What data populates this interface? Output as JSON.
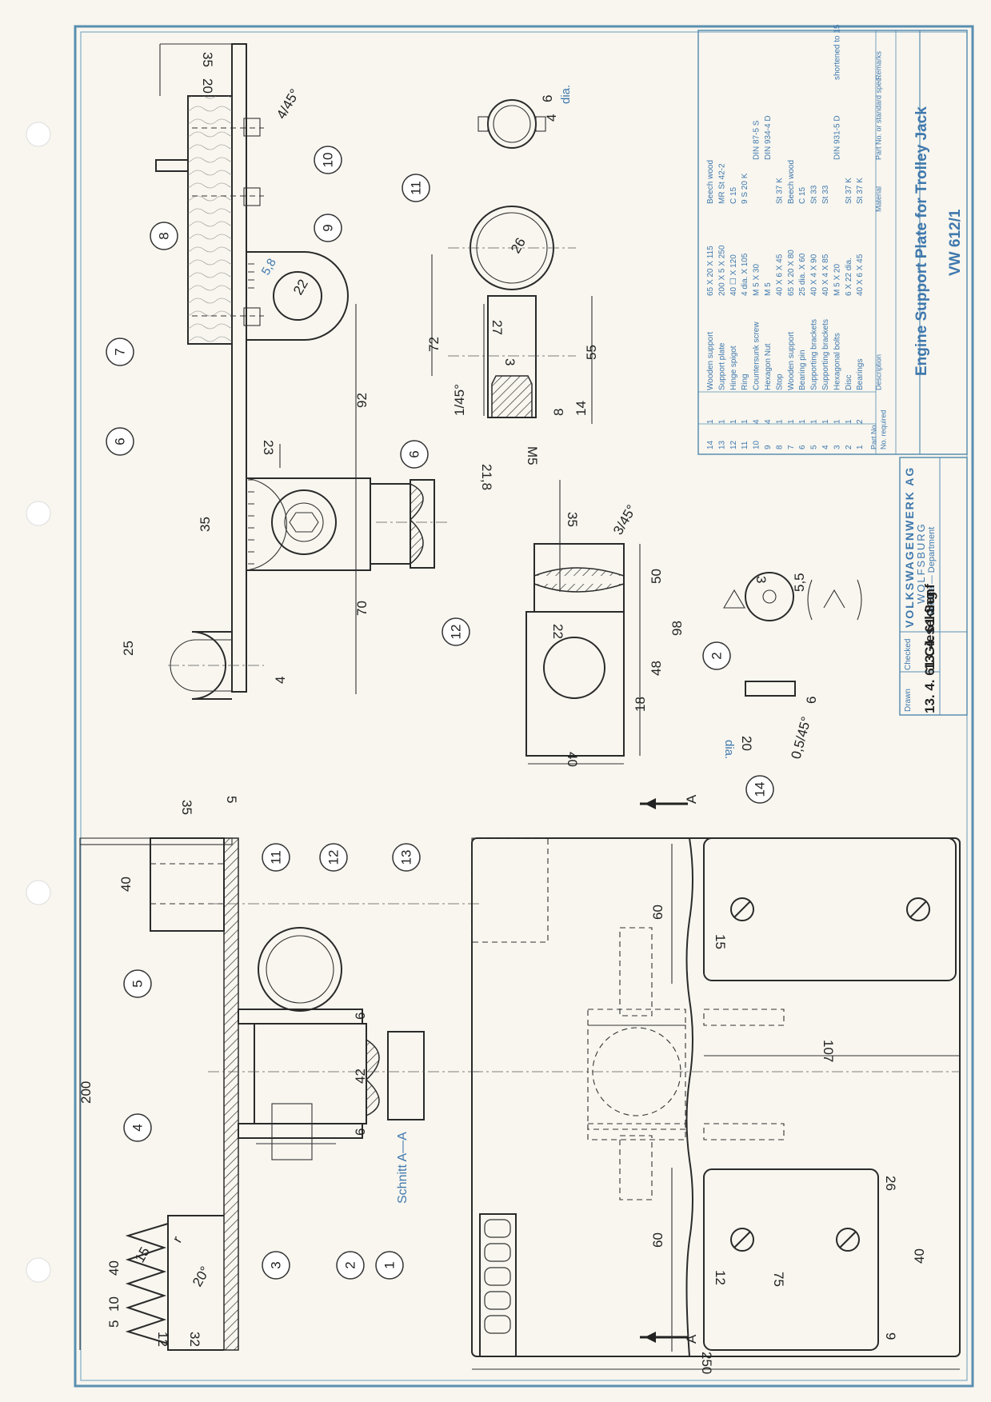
{
  "title_block": {
    "company": "VOLKSWAGENWERK AG",
    "city": "WOLFSBURG",
    "department": "Service — Department",
    "drawn_label": "Drawn",
    "drawn_value": "13. 4. 61 Gieseking",
    "checked_label": "Checked",
    "checked_value": "13. 4. 61 Senf",
    "drawing_title": "Engine Support Plate for Trolley Jack",
    "drawing_number": "VW 612/1"
  },
  "parts_list": {
    "headers": {
      "part_no": "Part No.",
      "no_required": "No. required",
      "description": "Description",
      "material": "Material",
      "standard": "Part No. or standard spec.",
      "remarks": "Remarks"
    },
    "rows": [
      {
        "part": "14",
        "qty": "1",
        "desc": "Wooden support",
        "size": "65 X 20 X 115",
        "mat": "Beech wood",
        "std": "",
        "rem": ""
      },
      {
        "part": "13",
        "qty": "1",
        "desc": "Support plate",
        "size": "200 X 5 X 250",
        "mat": "MR St 42-2",
        "std": "",
        "rem": ""
      },
      {
        "part": "12",
        "qty": "1",
        "desc": "Hinge spigot",
        "size": "40 ☐ X 120",
        "mat": "C 15",
        "std": "",
        "rem": ""
      },
      {
        "part": "11",
        "qty": "1",
        "desc": "Ring",
        "size": "4 dia. X 105",
        "mat": "9 S 20 K",
        "std": "",
        "rem": ""
      },
      {
        "part": "10",
        "qty": "4",
        "desc": "Countersunk screw",
        "size": "M 5 X 30",
        "mat": "",
        "std": "DIN 87-5 S",
        "rem": ""
      },
      {
        "part": "9",
        "qty": "4",
        "desc": "Hexagon Nut",
        "size": "M 5",
        "mat": "",
        "std": "DIN 934-4 D",
        "rem": ""
      },
      {
        "part": "8",
        "qty": "1",
        "desc": "Stop",
        "size": "40 X 6 X 45",
        "mat": "St 37 K",
        "std": "",
        "rem": ""
      },
      {
        "part": "7",
        "qty": "1",
        "desc": "Wooden support",
        "size": "65 X 20 X 80",
        "mat": "Beech wood",
        "std": "",
        "rem": ""
      },
      {
        "part": "6",
        "qty": "1",
        "desc": "Bearing pin",
        "size": "25 dia. X 60",
        "mat": "C 15",
        "std": "",
        "rem": ""
      },
      {
        "part": "5",
        "qty": "1",
        "desc": "Supporting brackets",
        "size": "40 X 4 X 90",
        "mat": "St 33",
        "std": "",
        "rem": ""
      },
      {
        "part": "4",
        "qty": "1",
        "desc": "Supporting brackets",
        "size": "40 X 4 X 85",
        "mat": "St 33",
        "std": "",
        "rem": ""
      },
      {
        "part": "3",
        "qty": "1",
        "desc": "Hexagonal bolts",
        "size": "M 5 X 20",
        "mat": "",
        "std": "DIN 931-5 D",
        "rem": "shortened to 15"
      },
      {
        "part": "2",
        "qty": "1",
        "desc": "Disc",
        "size": "6 X 22 dia.",
        "mat": "St 37 K",
        "std": "",
        "rem": ""
      },
      {
        "part": "1",
        "qty": "2",
        "desc": "Bearings",
        "size": "40 X 6 X 45",
        "mat": "St 37 K",
        "std": "",
        "rem": ""
      }
    ]
  },
  "section_label": "Schnitt A—A",
  "section_marker": "A",
  "dia_label": "dia.",
  "balloons": [
    "1",
    "2",
    "3",
    "4",
    "5",
    "6",
    "7",
    "8",
    "9",
    "10",
    "11",
    "12",
    "13",
    "14"
  ],
  "dimensions": {
    "d35": "35",
    "d20": "20",
    "d4_45": "4/45°",
    "d5_8": "5,8",
    "d22": "22",
    "d92": "92",
    "d70": "70",
    "d25": "25",
    "d4": "4",
    "d23": "23",
    "d72": "72",
    "d27": "27",
    "d26": "26",
    "d55": "55",
    "d1_45": "1/45°",
    "d14": "14",
    "d8": "8",
    "d3": "3",
    "dM5": "M5",
    "d21_8": "21,8",
    "d6": "6",
    "d4b": "4",
    "d35b": "35",
    "d3_45": "3/45°",
    "d50": "50",
    "d98": "98",
    "d48": "48",
    "d18": "18",
    "d40": "40",
    "d5_5": "5,5",
    "d0_5_45": "0,5/45°",
    "d200": "200",
    "d40a": "40",
    "d5": "5",
    "d42": "42",
    "d107": "107",
    "d60": "60",
    "d15": "15",
    "d12": "12",
    "d75": "75",
    "d9": "9",
    "d250": "250",
    "d32": "32",
    "d10": "10",
    "d20deg": "20°",
    "dr": "r"
  }
}
